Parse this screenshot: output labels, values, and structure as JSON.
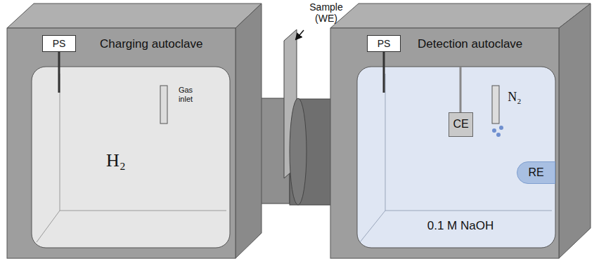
{
  "diagram": {
    "nodes": [
      {
        "text": [
          "Charging autoclave"
        ]
      },
      {
        "text": [
          "PS"
        ],
        "in": 0
      },
      {
        "text": [
          "Detection autoclave"
        ]
      },
      {
        "text": [
          "PS"
        ],
        "in": 2
      },
      {
        "text": [
          "CE"
        ],
        "in": 2
      },
      {
        "text": [
          "RE"
        ],
        "in": 2
      }
    ],
    "labels": [
      "Sample (WE)",
      "Gas inlet",
      "H₂",
      "N₂",
      "0.1 M NaOH"
    ]
  }
}
